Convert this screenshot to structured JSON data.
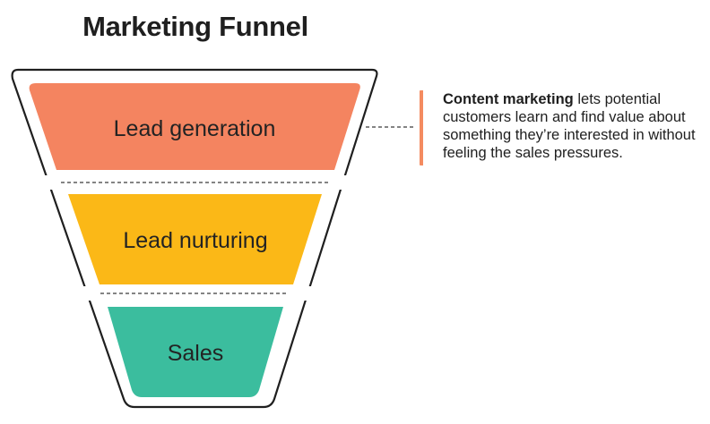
{
  "title": "Marketing Funnel",
  "stages": [
    {
      "label": "Lead generation",
      "color": "#f48460"
    },
    {
      "label": "Lead nurturing",
      "color": "#fbb817"
    },
    {
      "label": "Sales",
      "color": "#3bbd9e"
    }
  ],
  "callout": {
    "highlight": "Content marketing",
    "text": " lets potential customers learn and find value about something they’re interested in without feeling the sales pressures.",
    "accent_color": "#f48b60"
  },
  "colors": {
    "outline": "#1f1f1f",
    "dashes": "#3a3a3a"
  }
}
